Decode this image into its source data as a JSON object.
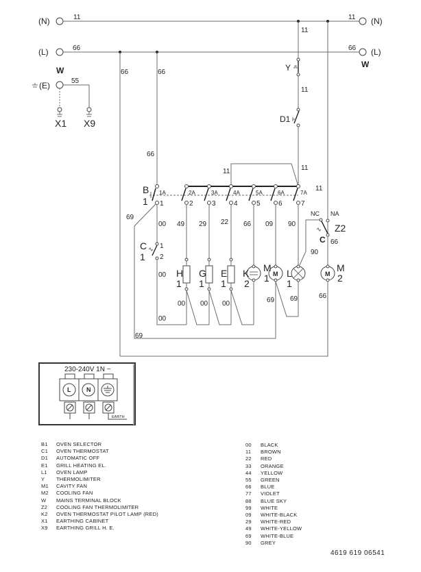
{
  "diagram": {
    "terminals": {
      "neutral_left": "(N)",
      "line_left": "(L)",
      "earth_left": "(E)",
      "neutral_right": "(N)",
      "line_right": "(L)",
      "mains_block_left": "W",
      "mains_block_right": "W",
      "earth_cabinet": "X1",
      "earth_grill": "X9"
    },
    "wire_labels": {
      "n_bus_left": "11",
      "n_bus_right": "11",
      "l_bus_left": "66",
      "l_bus_right": "66",
      "earth": "55",
      "drop_a": "66",
      "drop_b": "66",
      "drop_b_lower": "66",
      "n_drop_1": "11",
      "n_drop_2": "11",
      "n_drop_3": "11",
      "loop_11": "11",
      "right_11": "11",
      "b1_69": "69",
      "c1_00": "00",
      "h1_49": "49",
      "g1_29": "29",
      "e1_22": "22",
      "k2_66": "66",
      "m1_09": "09",
      "l1_90": "90",
      "z2_90": "90",
      "z2_66": "66",
      "c1_out_00": "00",
      "h1_out_00": "00",
      "g1_out_00": "00",
      "e1_out_00": "00",
      "bottom_00": "00",
      "m1_69": "69",
      "l1_69": "69",
      "m2_66": "66",
      "return_69": "69"
    },
    "components": {
      "Y": "Y",
      "D1": "D1",
      "B1_letter": "B",
      "B1_num": "1",
      "C1_letter": "C",
      "C1_num": "1",
      "H1_letter": "H",
      "H1_num": "1",
      "G1_letter": "G",
      "G1_num": "1",
      "E1_letter": "E",
      "E1_num": "1",
      "K2_letter": "K",
      "K2_num": "2",
      "M1_letter": "M",
      "M1_num": "1",
      "L1_letter": "L",
      "L1_num": "1",
      "M2_letter": "M",
      "M2_num": "2",
      "Z2": "Z2",
      "Z2_common": "C",
      "Z2_nc": "NC",
      "Z2_na": "NA",
      "motor_symbol": "M"
    },
    "selector_contacts": {
      "top": [
        "1A",
        "2A",
        "3A",
        "4A",
        "5A",
        "6A",
        "7A"
      ],
      "bottom": [
        "1",
        "2",
        "3",
        "4",
        "5",
        "6",
        "7"
      ]
    },
    "thermostat_contacts": [
      "1",
      "2"
    ]
  },
  "terminal_block": {
    "rating": "230-240V  1N ~",
    "terminals": [
      "L",
      "N",
      "earth-symbol"
    ],
    "earth_label": "EARTH"
  },
  "legend_components": [
    {
      "code": "B1",
      "label": "OVEN SELECTOR"
    },
    {
      "code": "C1",
      "label": "OVEN THERMOSTAT"
    },
    {
      "code": "D1",
      "label": "AUTOMATIC OFF"
    },
    {
      "code": "E1",
      "label": "GRILL HEATING EL."
    },
    {
      "code": "L1",
      "label": "OVEN LAMP"
    },
    {
      "code": "Y",
      "label": "THERMOLIMITER"
    },
    {
      "code": "M1",
      "label": "CAVITY FAN"
    },
    {
      "code": "M2",
      "label": "COOLING FAN"
    },
    {
      "code": "W",
      "label": "MAINS TERMINAL BLOCK"
    },
    {
      "code": "Z2",
      "label": "COOLING FAN THERMOLIMITER"
    },
    {
      "code": "K2",
      "label": "OVEN THERMOSTAT PILOT LAMP (RED)"
    },
    {
      "code": "X1",
      "label": "EARTHING CABINET"
    },
    {
      "code": "X9",
      "label": "EARTHING GRILL H. E."
    }
  ],
  "legend_colors": [
    {
      "code": "00",
      "label": "BLACK"
    },
    {
      "code": "11",
      "label": "BROWN"
    },
    {
      "code": "22",
      "label": "RED"
    },
    {
      "code": "33",
      "label": "ORANGE"
    },
    {
      "code": "44",
      "label": "YELLOW"
    },
    {
      "code": "55",
      "label": "GREEN"
    },
    {
      "code": "66",
      "label": "BLUE"
    },
    {
      "code": "77",
      "label": "VIOLET"
    },
    {
      "code": "88",
      "label": "BLUE SKY"
    },
    {
      "code": "99",
      "label": "WHITE"
    },
    {
      "code": "09",
      "label": "WHITE-BLACK"
    },
    {
      "code": "29",
      "label": "WHITE-RED"
    },
    {
      "code": "49",
      "label": "WHITE-YELLOW"
    },
    {
      "code": "69",
      "label": "WHITE-BLUE"
    },
    {
      "code": "90",
      "label": "GREY"
    }
  ],
  "document_number": "4619 619 06541"
}
